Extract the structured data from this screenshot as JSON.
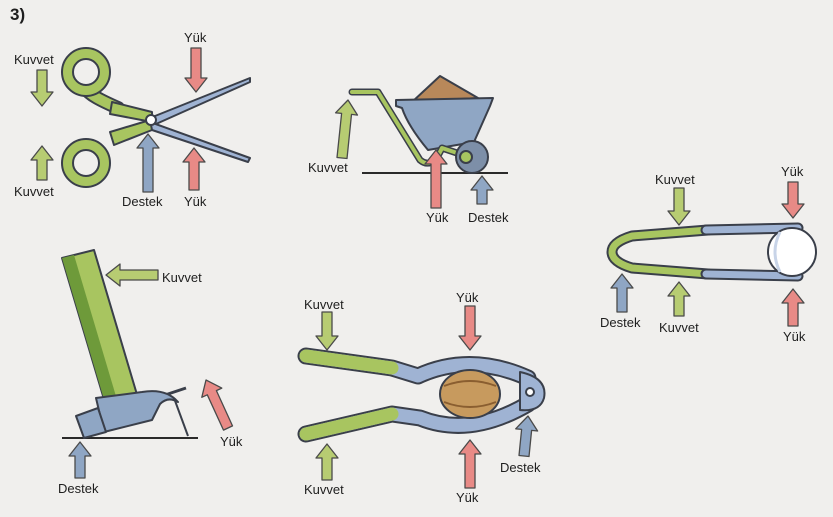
{
  "question_number": "3)",
  "labels": {
    "force": "Kuvvet",
    "load": "Yük",
    "fulcrum": "Destek"
  },
  "colors": {
    "background": "#f0efed",
    "force_arrow": "#b7cc72",
    "load_arrow": "#e88a86",
    "fulcrum_arrow": "#8fa6c4",
    "tool_green": "#a8c560",
    "tool_blue": "#9fb3d3",
    "outline": "#3a3f4a"
  },
  "tools": [
    {
      "name": "scissors",
      "labels": [
        "Kuvvet",
        "Yük",
        "Kuvvet",
        "Destek",
        "Yük"
      ]
    },
    {
      "name": "wheelbarrow",
      "labels": [
        "Kuvvet",
        "Yük",
        "Destek"
      ]
    },
    {
      "name": "tongs",
      "labels": [
        "Kuvvet",
        "Yük",
        "Destek",
        "Kuvvet",
        "Yük"
      ]
    },
    {
      "name": "hammer",
      "labels": [
        "Kuvvet",
        "Yük",
        "Destek"
      ]
    },
    {
      "name": "nutcracker",
      "labels": [
        "Kuvvet",
        "Yük",
        "Kuvvet",
        "Yük",
        "Destek"
      ]
    }
  ]
}
